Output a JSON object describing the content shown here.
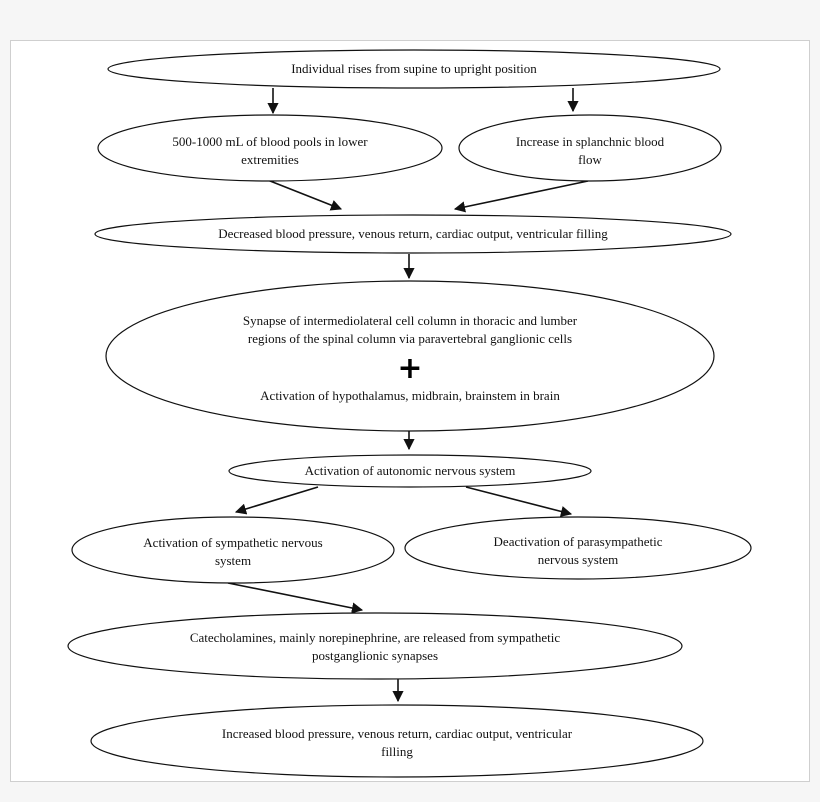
{
  "colors": {
    "page_background": "#f6f6f6",
    "frame_background": "#ffffff",
    "stroke": "#111111"
  },
  "nodes": {
    "upright": {
      "lines": [
        "Individual rises from supine to upright position"
      ]
    },
    "blood_pools": {
      "lines": [
        "500-1000 mL of blood pools in lower",
        "extremities"
      ]
    },
    "splanchnic": {
      "lines": [
        "Increase in splanchnic blood",
        "flow"
      ]
    },
    "decreased_bp": {
      "lines": [
        "Decreased blood pressure, venous return, cardiac output, ventricular filling"
      ]
    },
    "synapse": {
      "lines": [
        "Synapse of intermediolateral cell column in thoracic and lumber",
        "regions of the spinal column via paravertebral ganglionic cells"
      ]
    },
    "plus": "+",
    "activation_brain": {
      "lines": [
        "Activation of hypothalamus, midbrain, brainstem in brain"
      ]
    },
    "ans": {
      "lines": [
        "Activation of autonomic nervous system"
      ]
    },
    "sympathetic": {
      "lines": [
        "Activation of sympathetic nervous",
        "system"
      ]
    },
    "parasympathetic": {
      "lines": [
        "Deactivation of parasympathetic",
        "nervous system"
      ]
    },
    "catecholamines": {
      "lines": [
        "Catecholamines, mainly norepinephrine, are released from sympathetic",
        "postganglionic synapses"
      ]
    },
    "increased_bp": {
      "lines": [
        "Increased blood pressure, venous return, cardiac output, ventricular",
        "filling"
      ]
    }
  },
  "edges": [
    {
      "from": "upright",
      "to": "blood_pools"
    },
    {
      "from": "upright",
      "to": "splanchnic"
    },
    {
      "from": "blood_pools",
      "to": "decreased_bp"
    },
    {
      "from": "splanchnic",
      "to": "decreased_bp"
    },
    {
      "from": "decreased_bp",
      "to": "synapse"
    },
    {
      "from": "synapse",
      "to": "ans"
    },
    {
      "from": "ans",
      "to": "sympathetic"
    },
    {
      "from": "ans",
      "to": "parasympathetic"
    },
    {
      "from": "sympathetic",
      "to": "catecholamines"
    },
    {
      "from": "catecholamines",
      "to": "increased_bp"
    }
  ]
}
